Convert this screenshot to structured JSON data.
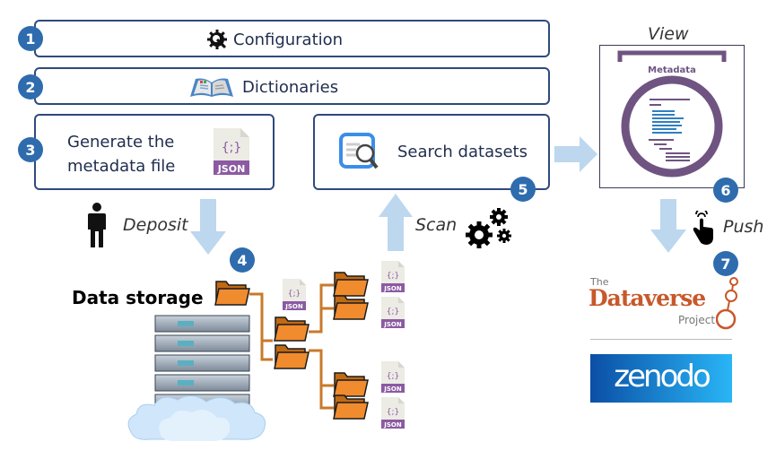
{
  "steps": [
    {
      "number": "1",
      "label": "Configuration",
      "icon": "gear-wrench-icon"
    },
    {
      "number": "2",
      "label": "Dictionaries",
      "icon": "open-book-icon"
    },
    {
      "number": "3",
      "label_line1": "Generate the",
      "label_line2": "metadata file",
      "icon": "json-file-icon"
    },
    {
      "number": "4",
      "label": "Data storage",
      "icon": "server-cloud-icon"
    },
    {
      "number": "5",
      "label": "Search datasets",
      "icon": "search-document-icon"
    },
    {
      "number": "6",
      "label": "View",
      "icon": "metadata-viewer-icon"
    },
    {
      "number": "7",
      "label": "Push",
      "icon": "hand-pointer-icon"
    }
  ],
  "actions": {
    "deposit": "Deposit",
    "scan": "Scan",
    "view": "View",
    "push": "Push"
  },
  "json_badge": "JSON",
  "json_glyph": "{;}",
  "metadata_panel": {
    "title": "Metadata"
  },
  "repositories": {
    "dataverse": {
      "the": "The",
      "name": "Dataverse",
      "project": "Project"
    },
    "zenodo": {
      "name": "zenodo"
    }
  },
  "colors": {
    "badge": "#2e6cae",
    "box_border": "#2f4a7c",
    "arrow": "#bcd7ee",
    "json_purple": "#8b5aa3",
    "metadata_purple": "#6f5482",
    "folder_orange": "#f08c2e",
    "dataverse_orange": "#c8582a",
    "zenodo_start": "#0b4fa6",
    "zenodo_end": "#29b6f6"
  }
}
